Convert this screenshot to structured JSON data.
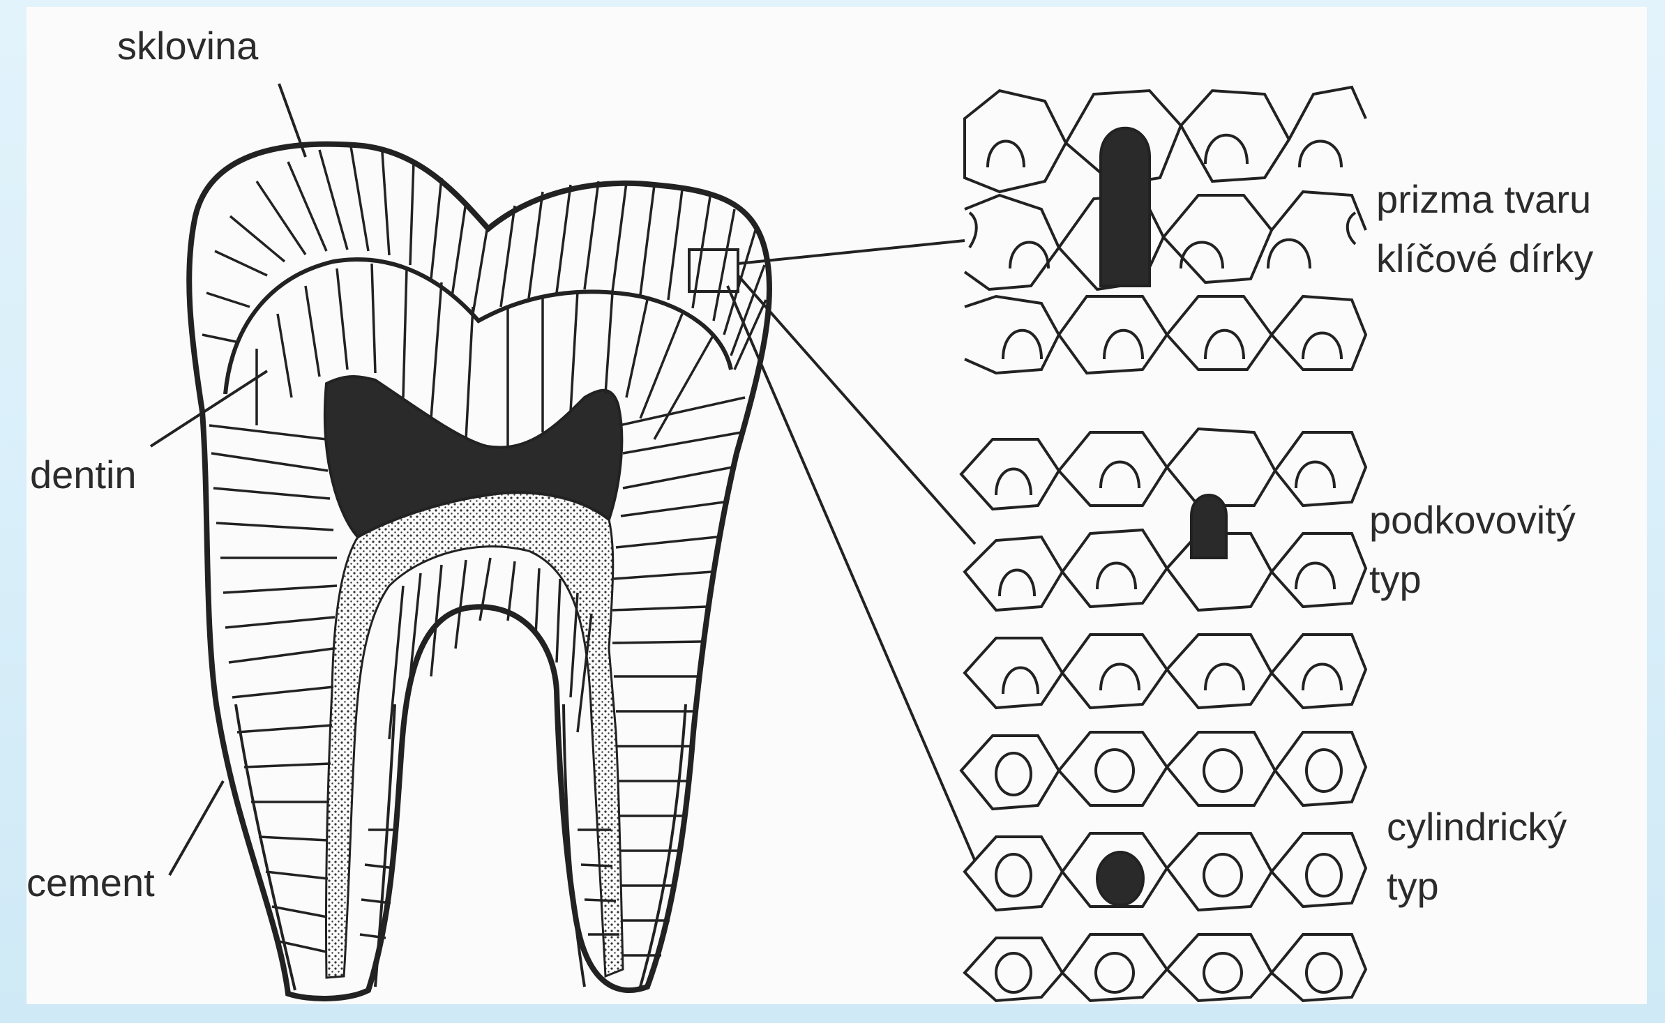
{
  "labels": {
    "enamel": "sklovina",
    "dentin": "dentin",
    "cement": "cement",
    "keyhole_line1": "prizma tvaru",
    "keyhole_line2": "klíčové dírky",
    "horseshoe_line1": "podkovovitý",
    "horseshoe_line2": "typ",
    "cylindrical_line1": "cylindrický",
    "cylindrical_line2": "typ"
  },
  "colors": {
    "background": "#d9effa",
    "panel": "#fbfbfb",
    "ink": "#222222"
  }
}
